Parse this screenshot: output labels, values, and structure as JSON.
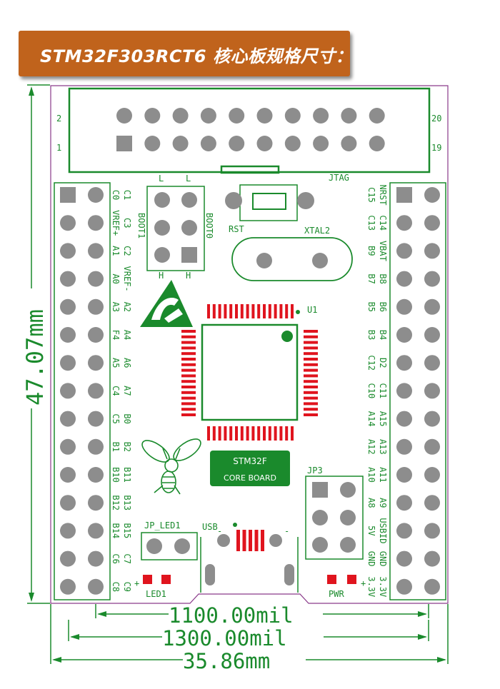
{
  "title": "STM32F303RCT6 核心板规格尺寸：",
  "colors": {
    "silkscreen": "#1a8a2c",
    "pad": "#8d8d8d",
    "smd": "#e0141e",
    "outline": "#8a3a8a",
    "banner": "#c0631c"
  },
  "jtag": {
    "label": "JTAG",
    "pin_top_left": "2",
    "pin_bottom_left": "1",
    "pin_top_right": "20",
    "pin_bottom_right": "19"
  },
  "left_header": {
    "outer_labels": [
      "C1",
      "C3",
      "C2",
      "VREF-",
      "A2",
      "A4",
      "A6",
      "A7",
      "B0",
      "B2",
      "B11",
      "B13",
      "B15",
      "C7",
      "C9"
    ],
    "inner_labels": [
      "C0",
      "VREF+",
      "A1",
      "A0",
      "A3",
      "F4",
      "A5",
      "C4",
      "C5",
      "B1",
      "B10",
      "B12",
      "B14",
      "C6",
      "C8"
    ]
  },
  "right_header": {
    "outer_labels": [
      "NRST",
      "C14",
      "VBAT",
      "B8",
      "B6",
      "B4",
      "D2",
      "C11",
      "A15",
      "A13",
      "A11",
      "A9",
      "USBID",
      "GND",
      "3.3V"
    ],
    "inner_labels": [
      "C15",
      "C13",
      "B9",
      "B7",
      "B5",
      "B3",
      "C12",
      "C10",
      "A14",
      "A12",
      "A10",
      "A8",
      "5V",
      "GND",
      "3.3V"
    ]
  },
  "boot": {
    "boot1": "BOOT1",
    "boot0": "BOOT0",
    "low": "L",
    "high": "H"
  },
  "labels": {
    "rst": "RST",
    "xtal": "XTAL2",
    "u1": "U1",
    "jp3": "JP3",
    "jp_led1": "JP_LED1",
    "usb": "USB",
    "led1": "LED1",
    "pwr": "PWR",
    "plus": "+",
    "minus": "-"
  },
  "logo": {
    "line1": "STM32F",
    "line2": "CORE BOARD"
  },
  "dimensions": {
    "height": "47.07mm",
    "inner_width": "1100.00mil",
    "outer_width": "1300.00mil",
    "width_mm": "35.86mm"
  }
}
